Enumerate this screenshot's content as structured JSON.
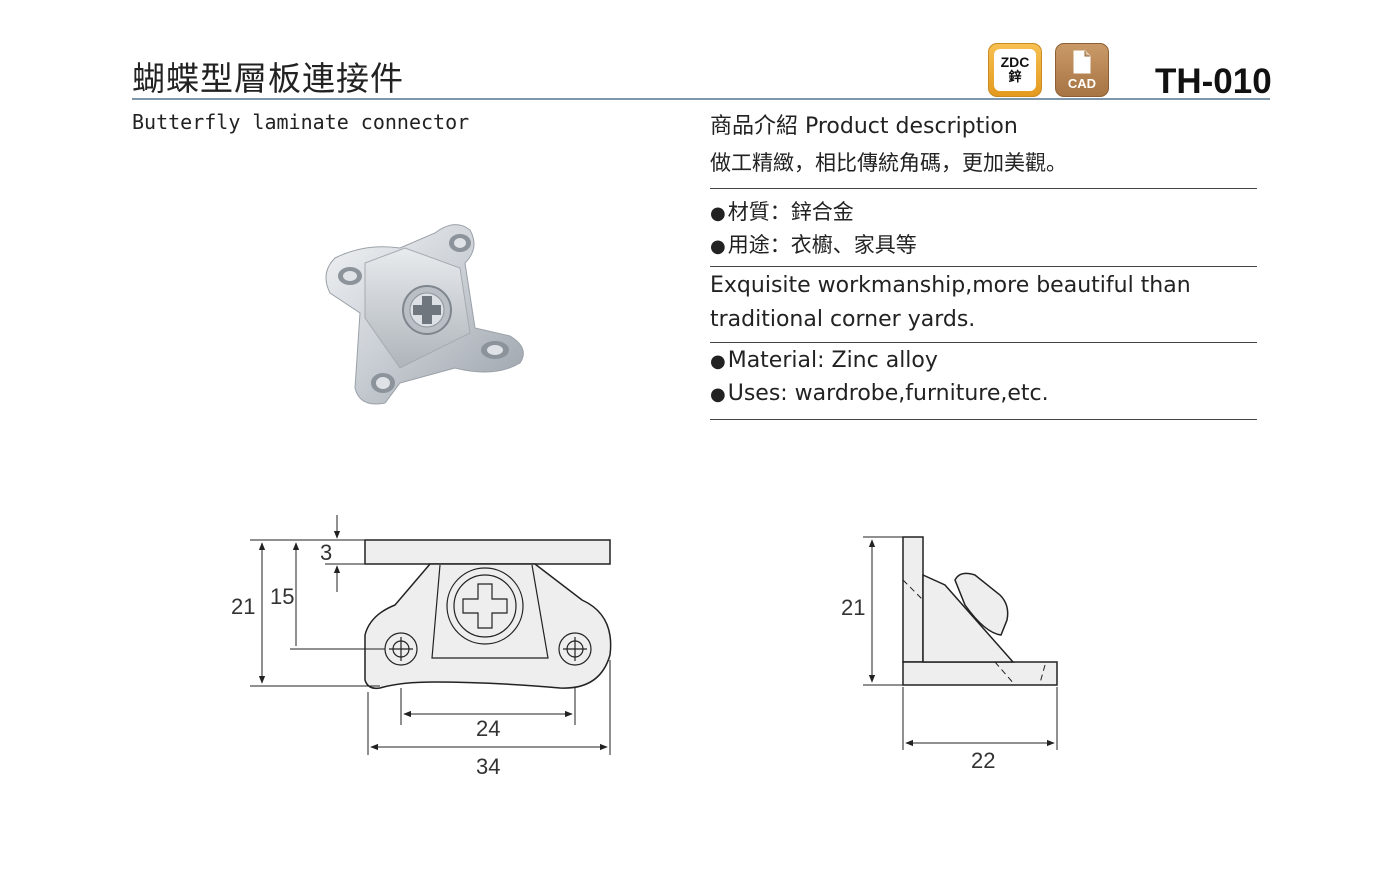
{
  "header": {
    "title_zh": "蝴蝶型層板連接件",
    "title_en": "Butterfly laminate connector",
    "model": "TH-010",
    "badges": {
      "zdc_line1": "ZDC",
      "zdc_line2": "鋅",
      "cad_label": "CAD"
    }
  },
  "description": {
    "heading": "商品介紹 Product description",
    "summary_zh": "做工精緻，相比傳統角碼，更加美觀。",
    "material_zh": "材質：鋅合金",
    "uses_zh": "用途：衣櫥、家具等",
    "summary_en_line1": "Exquisite workmanship,more beautiful than",
    "summary_en_line2": "traditional corner yards.",
    "material_en": "Material: Zinc alloy",
    "uses_en": "Uses: wardrobe,furniture,etc.",
    "bullet": "●"
  },
  "drawing_front": {
    "dim_3": "3",
    "dim_15": "15",
    "dim_21": "21",
    "dim_24": "24",
    "dim_34": "34"
  },
  "drawing_side": {
    "dim_21": "21",
    "dim_22": "22"
  },
  "colors": {
    "accent_rule": "#7f97ab",
    "zdc_badge": "#efae3a",
    "cad_badge": "#b8834f",
    "line": "#222222"
  }
}
